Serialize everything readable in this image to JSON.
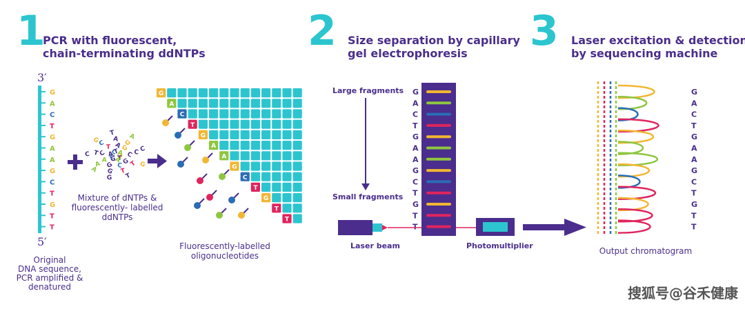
{
  "steps": [
    {
      "number": "1",
      "title_lines": [
        "PCR with fluorescent,",
        "chain-terminating ddNTPs"
      ]
    },
    {
      "number": "2",
      "title_lines": [
        "Size separation by capillary",
        "gel electrophoresis"
      ]
    },
    {
      "number": "3",
      "title_lines": [
        "Laser excitation & detection",
        "by sequencing machine"
      ]
    }
  ],
  "strand": {
    "prime_top": "3′",
    "prime_bottom": "5′",
    "sequence": [
      "G",
      "A",
      "C",
      "T",
      "G",
      "A",
      "A",
      "G",
      "C",
      "T",
      "G",
      "T",
      "T"
    ],
    "caption_lines": [
      "Original",
      "DNA sequence,",
      "PCR amplified &",
      "denatured"
    ]
  },
  "mixture": {
    "letters": [
      "G",
      "T",
      "A",
      "G",
      "C",
      "A",
      "C",
      "T",
      "A",
      "G",
      "C",
      "G",
      "A",
      "C",
      "T",
      "A",
      "G",
      "C",
      "T",
      "G",
      "A",
      "T",
      "C",
      "A",
      "G",
      "C",
      "T",
      "G",
      "A",
      "C",
      "G",
      "T",
      "A",
      "C",
      "G",
      "T"
    ],
    "caption_lines": [
      "Mixture of dNTPs &",
      "fluorescently- labelled",
      "ddNTPs"
    ]
  },
  "oligos": {
    "row_starts": [
      "G",
      "A",
      "C",
      "T",
      "G",
      "A",
      "A",
      "G",
      "C",
      "T",
      "G",
      "T",
      "T"
    ],
    "caption_lines": [
      "Fluorescently-labelled",
      "oligonucleotides"
    ]
  },
  "electrophoresis": {
    "large_label": "Large fragments",
    "small_label": "Small fragments",
    "laser_label": "Laser beam",
    "detector_label": "Photomultiplier",
    "sequence": [
      "G",
      "A",
      "C",
      "T",
      "G",
      "A",
      "A",
      "G",
      "C",
      "T",
      "G",
      "T",
      "T"
    ]
  },
  "chromatogram": {
    "caption": "Output chromatogram",
    "sequence": [
      "G",
      "A",
      "C",
      "T",
      "G",
      "A",
      "A",
      "G",
      "C",
      "T",
      "G",
      "T",
      "T"
    ]
  },
  "colors": {
    "G": "#f2b632",
    "A": "#8ec63f",
    "C": "#2a6db5",
    "T": "#e0245e",
    "teal": "#2cc5cf",
    "purple": "#4a2d8c"
  },
  "watermark": "搜狐号@谷禾健康"
}
